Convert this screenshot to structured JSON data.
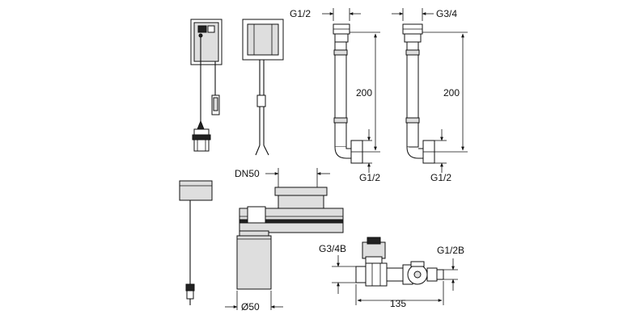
{
  "labels": {
    "hose_left_top": "G1/2",
    "hose_right_top": "G3/4",
    "hose_left_length": "200",
    "hose_right_length": "200",
    "hose_left_bottom": "G1/2",
    "hose_right_bottom": "G1/2",
    "drain_top": "DN50",
    "drain_bottom": "Ø50",
    "valve_left": "G3/4B",
    "valve_right": "G1/2B",
    "valve_length": "135"
  }
}
